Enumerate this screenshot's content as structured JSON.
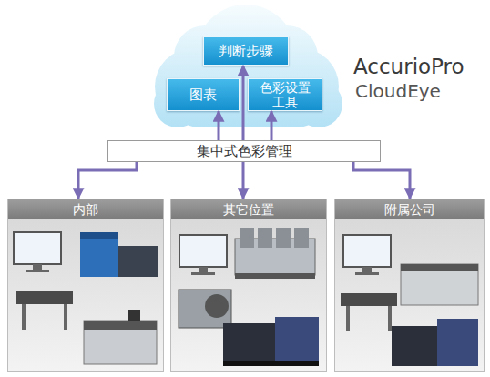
{
  "diagram": {
    "nodes": [
      {
        "text": [
          "判断步骤"
        ]
      },
      {
        "text": [
          "图表"
        ]
      },
      {
        "text": [
          "色彩设置 工具"
        ]
      },
      {
        "text": [
          "集中式色彩管理"
        ]
      },
      {
        "text": [
          "内部"
        ]
      },
      {
        "text": [
          "其它位置"
        ]
      },
      {
        "text": [
          "附属公司"
        ]
      }
    ],
    "edges": [
      {
        "from": 3,
        "to": 1,
        "arrow": "to"
      },
      {
        "from": 3,
        "to": 0,
        "arrow": "to"
      },
      {
        "from": 3,
        "to": 2,
        "arrow": "to"
      },
      {
        "from": 3,
        "to": 4,
        "arrow": "to"
      },
      {
        "from": 3,
        "to": 5,
        "arrow": "to"
      },
      {
        "from": 3,
        "to": 6,
        "arrow": "to"
      }
    ],
    "labels": [
      "AccurioPro",
      "CloudEye"
    ]
  }
}
